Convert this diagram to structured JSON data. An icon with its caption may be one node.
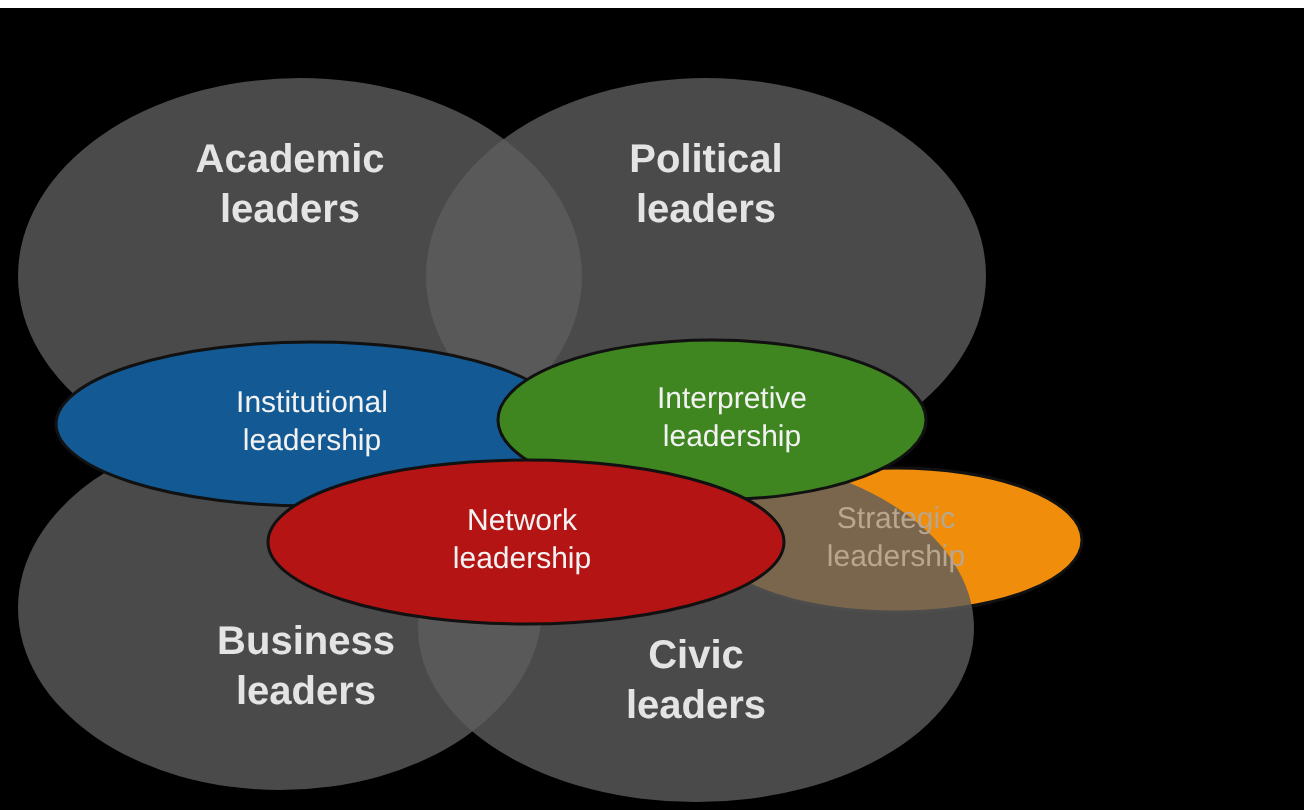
{
  "diagram": {
    "nodes": [
      {
        "text": [
          "Academic leaders"
        ]
      },
      {
        "text": [
          "Political leaders"
        ]
      },
      {
        "text": [
          "Institutional leadership"
        ]
      },
      {
        "text": [
          "Interpretive leadership"
        ]
      },
      {
        "text": [
          "Network leadership"
        ]
      },
      {
        "text": [
          "Strategic leadership"
        ]
      },
      {
        "text": [
          "Business leaders"
        ]
      },
      {
        "text": [
          "Civic leaders"
        ]
      }
    ]
  }
}
